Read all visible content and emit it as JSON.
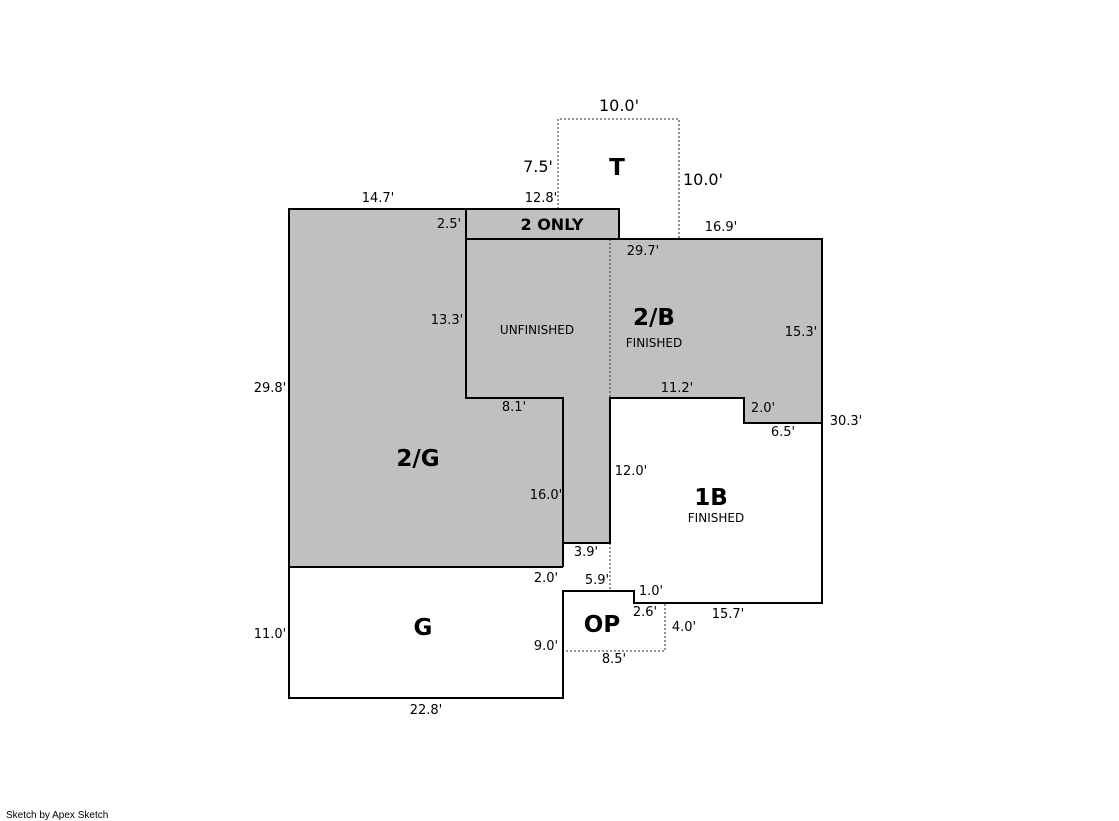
{
  "colors": {
    "shaded_area": "#c0c0c0",
    "wall": "#000000",
    "background": "#ffffff"
  },
  "areas": {
    "two_g": "2/G",
    "two_only": "2 ONLY",
    "two_b": "2/B",
    "two_b_sub": "FINISHED",
    "unfinished": "UNFINISHED",
    "one_b": "1B",
    "one_b_sub": "FINISHED",
    "g": "G",
    "op": "OP",
    "t": "T"
  },
  "dimensions": {
    "t_top": "10.0'",
    "t_left": "7.5'",
    "t_right": "10.0'",
    "top_left": "14.7'",
    "top_mid": "12.8'",
    "two_only_left": "2.5'",
    "top_right": "16.9'",
    "inner_29_7": "29.7'",
    "inner_13_3": "13.3'",
    "left_29_8": "29.8'",
    "right_15_3": "15.3'",
    "right_30_3": "30.3'",
    "step_11_2": "11.2'",
    "step_2_0_upper": "2.0'",
    "step_6_5": "6.5'",
    "inner_8_1": "8.1'",
    "inner_16_0": "16.0'",
    "inner_12_0": "12.0'",
    "inner_3_9": "3.9'",
    "inner_2_0_lower": "2.0'",
    "inner_5_9": "5.9'",
    "op_1_0": "1.0'",
    "op_2_6": "2.6'",
    "op_4_0": "4.0'",
    "bottom_15_7": "15.7'",
    "g_left_11_0": "11.0'",
    "op_9_0": "9.0'",
    "op_8_5": "8.5'",
    "g_bottom_22_8": "22.8'"
  },
  "footer": {
    "credit": "Sketch by Apex Sketch"
  }
}
